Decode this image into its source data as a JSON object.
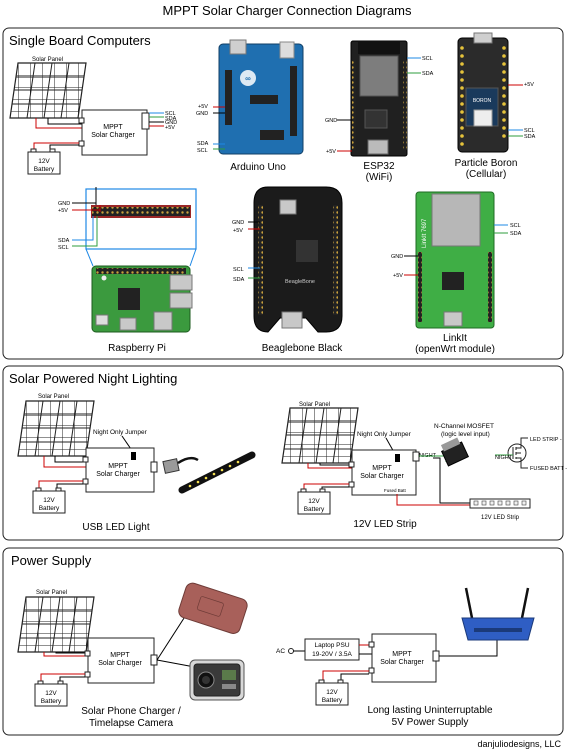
{
  "title": "MPPT Solar Charger Connection Diagrams",
  "footer": "danjuliodesigns, LLC",
  "colors": {
    "wire_red": "#cc0000",
    "wire_blue": "#1e88e5",
    "wire_green": "#2e9e3e",
    "wire_black": "#000000",
    "arduino": "#1f6fb0",
    "raspberry": "#3b9a3e",
    "particle": "#2b2b2b",
    "linkit": "#3fae45"
  },
  "common": {
    "solar_panel": "Solar Panel",
    "charger_line1": "MPPT",
    "charger_line2": "Solar Charger",
    "battery_line1": "12V",
    "battery_line2": "Battery",
    "night_jumper": "Night Only Jumper"
  },
  "sections": {
    "sbc": {
      "heading": "Single Board Computers",
      "charger_pins": [
        "SCL",
        "SDA",
        "GND",
        "+5V"
      ],
      "boards": {
        "arduino": {
          "label": "Arduino Uno",
          "pins": [
            "+5V",
            "GND",
            "SDA",
            "SCL"
          ]
        },
        "esp32": {
          "label_line1": "ESP32",
          "label_line2": "(WiFi)",
          "pins": [
            "SCL",
            "SDA",
            "GND",
            "+5V"
          ]
        },
        "boron": {
          "label_line1": "Particle Boron",
          "label_line2": "(Cellular)",
          "pins": [
            "+5V",
            "SCL",
            "SDA"
          ],
          "chip_text": "BORON"
        },
        "rpi": {
          "label": "Raspberry Pi",
          "pins": [
            "GND",
            "+5V",
            "SDA",
            "SCL"
          ]
        },
        "beagle": {
          "label": "Beaglebone Black",
          "pins": [
            "GND",
            "+5V",
            "SCL",
            "SDA"
          ],
          "silk": "BeagleBone"
        },
        "linkit": {
          "label_line1": "LinkIt",
          "label_line2": "(openWrt module)",
          "pins": [
            "SCL",
            "SDA",
            "GND",
            "+5V"
          ],
          "silk": "LinkIt 7697"
        }
      }
    },
    "night": {
      "heading": "Solar Powered Night Lighting",
      "usb_label": "USB LED Light",
      "strip_label": "12V LED Strip",
      "mosfet_line1": "N-Channel MOSFET",
      "mosfet_line2": "(logic level input)",
      "night_pin": "NIGHT",
      "fused_batt": "Fused Batt",
      "led_strip_minus": "LED STRIP -",
      "fused_batt_minus": "FUSED BATT -",
      "strip_caption": "12V LED Strip"
    },
    "power": {
      "heading": "Power Supply",
      "phone_line1": "Solar Phone Charger /",
      "phone_line2": "Timelapse Camera",
      "ups_line1": "Long lasting Uninterruptable",
      "ups_line2": "5V Power Supply",
      "ac_label": "AC",
      "psu_line1": "Laptop PSU",
      "psu_line2": "19-20V / 3.5A"
    }
  }
}
